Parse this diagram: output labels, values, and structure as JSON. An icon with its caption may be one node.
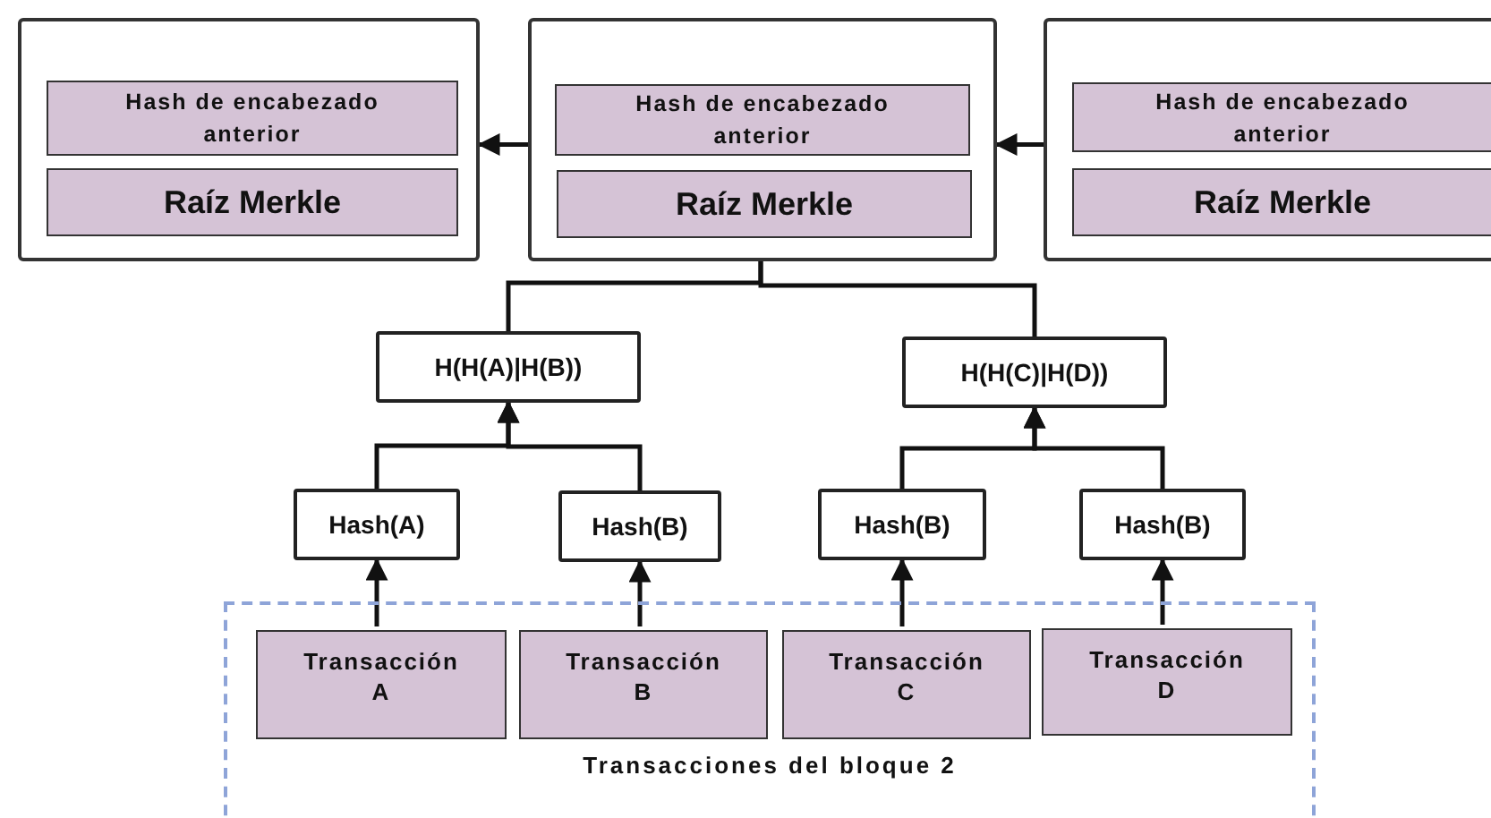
{
  "diagram": {
    "nodes": [
      {
        "text": [],
        "shape": "box"
      },
      {
        "text": [
          "Hash de encabezado anterior"
        ],
        "in": 0
      },
      {
        "text": [
          "Raíz Merkle"
        ],
        "in": 0
      },
      {
        "text": [],
        "shape": "box"
      },
      {
        "text": [
          "Hash de encabezado anterior"
        ],
        "in": 3
      },
      {
        "text": [
          "Raíz Merkle"
        ],
        "in": 3
      },
      {
        "text": [],
        "shape": "box"
      },
      {
        "text": [
          "Hash de encabezado anterior"
        ],
        "in": 6
      },
      {
        "text": [
          "Raíz Merkle"
        ],
        "in": 6
      },
      {
        "text": [
          "H(H(A)|H(B))"
        ]
      },
      {
        "text": [
          "H(H(C)|H(D))"
        ]
      },
      {
        "text": [
          "Hash(A)"
        ]
      },
      {
        "text": [
          "Hash(B)"
        ]
      },
      {
        "text": [
          "Hash(B)"
        ]
      },
      {
        "text": [
          "Hash(B)"
        ]
      },
      {
        "text": [
          "Transacciones del bloque 2"
        ]
      },
      {
        "text": [
          "Transacción A"
        ],
        "in": 15
      },
      {
        "text": [
          "Transacción B"
        ],
        "in": 15
      },
      {
        "text": [
          "Transacción C"
        ],
        "in": 15
      },
      {
        "text": [
          "Transacción D"
        ],
        "in": 15
      }
    ],
    "edges": [
      {
        "from": 3,
        "to": 0,
        "arrow": "to"
      },
      {
        "from": 6,
        "to": 3,
        "arrow": "to"
      },
      {
        "from": 9,
        "to": 5,
        "arrow": "to"
      },
      {
        "from": 10,
        "to": 5,
        "arrow": "to"
      },
      {
        "from": 11,
        "to": 9,
        "arrow": "to"
      },
      {
        "from": 12,
        "to": 9,
        "arrow": "to"
      },
      {
        "from": 13,
        "to": 10,
        "arrow": "to"
      },
      {
        "from": 14,
        "to": 10,
        "arrow": "to"
      },
      {
        "from": 16,
        "to": 11,
        "arrow": "to"
      },
      {
        "from": 17,
        "to": 12,
        "arrow": "to"
      },
      {
        "from": 18,
        "to": 13,
        "arrow": "to"
      },
      {
        "from": 19,
        "to": 14,
        "arrow": "to"
      }
    ]
  }
}
